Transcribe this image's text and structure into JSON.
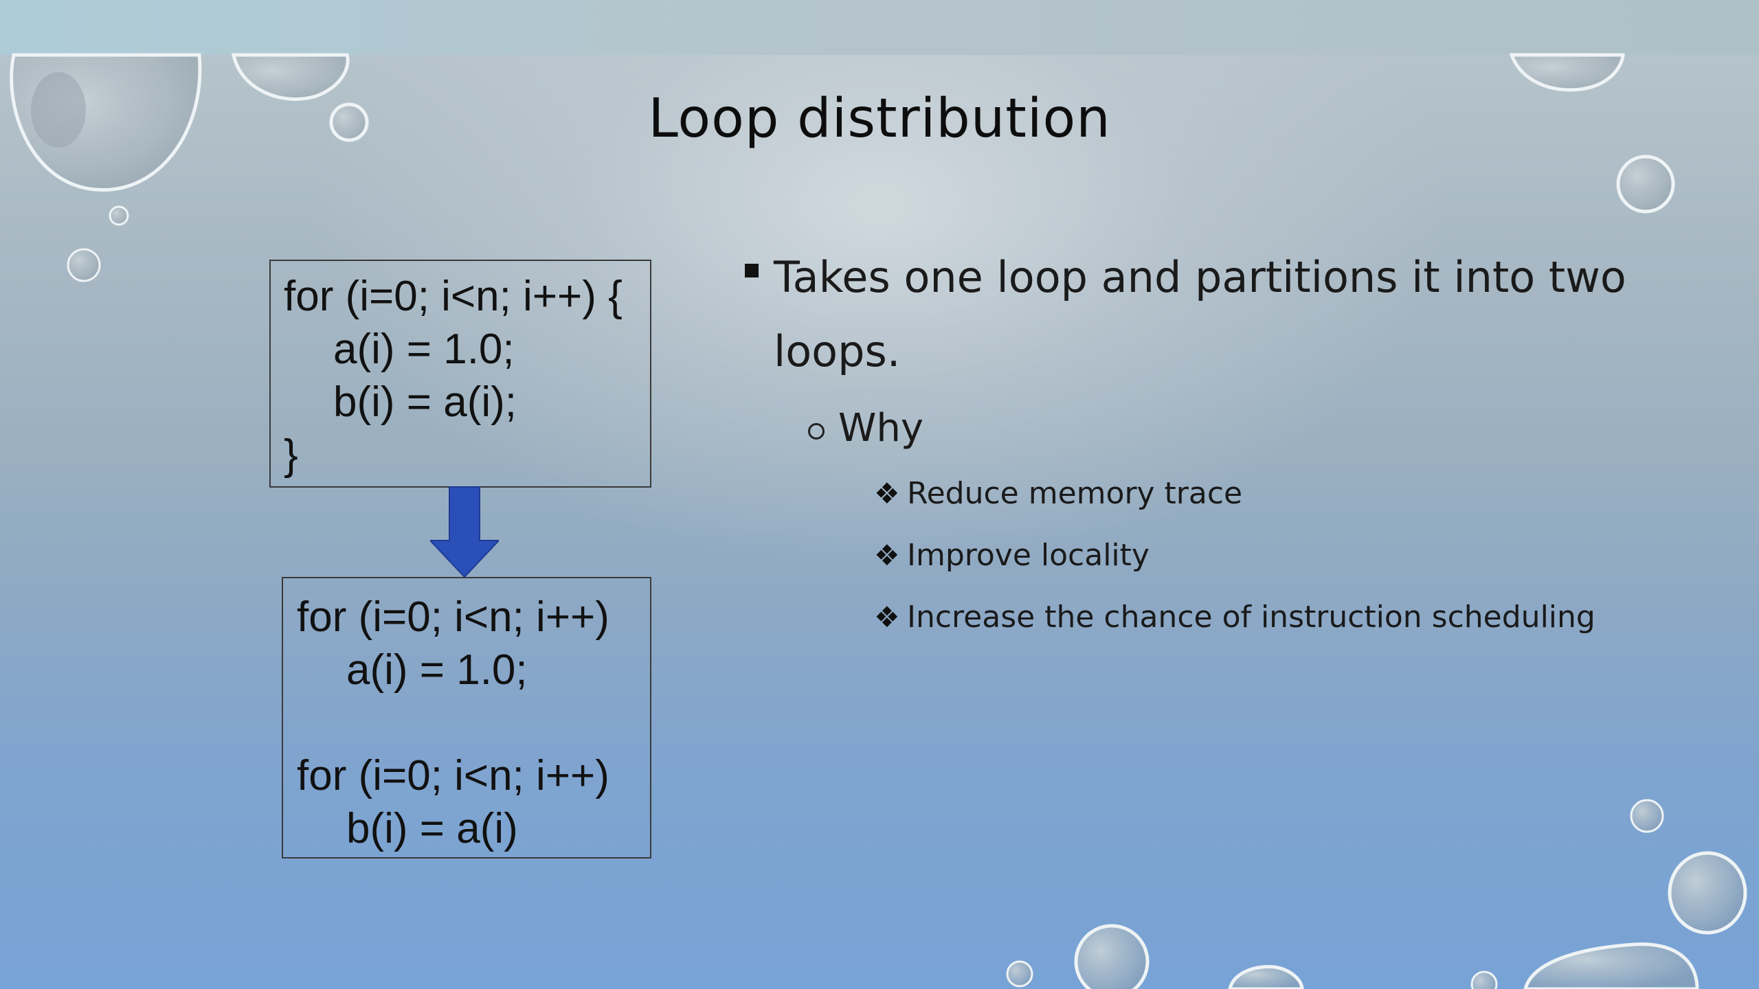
{
  "slide": {
    "title": "Loop distribution",
    "code_before": [
      "for (i=0; i<n; i++) {",
      "a(i) = 1.0;",
      "b(i) = a(i);",
      "}"
    ],
    "code_after": [
      "for (i=0; i<n; i++)",
      "a(i) = 1.0;",
      "",
      "for (i=0; i<n; i++)",
      "b(i) = a(i)"
    ],
    "bullet_main": "Takes one loop and partitions it into two loops.",
    "sub_bullet": "Why",
    "reasons": [
      "Reduce memory trace",
      "Improve locality",
      "Increase the chance of instruction scheduling"
    ],
    "reason_marker": "❖",
    "icons": {
      "arrow": "down-arrow-icon",
      "square_bullet": "square-bullet-icon",
      "circle_bullet": "circle-bullet-icon",
      "diamond_bullet": "four-diamond-bullet-icon"
    },
    "colors": {
      "arrow_fill": "#2a4fb8",
      "text": "#111111",
      "box_border": "#3a3a3a"
    }
  }
}
